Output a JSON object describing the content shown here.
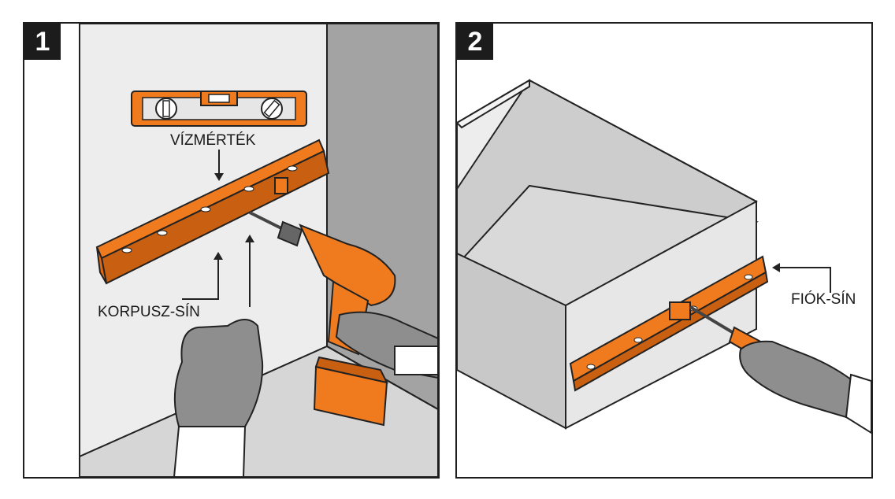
{
  "steps": [
    {
      "number": "1",
      "labels": {
        "level": "VÍZMÉRTÉK",
        "cabinet_rail": "KORPUSZ-SÍN"
      }
    },
    {
      "number": "2",
      "labels": {
        "drawer_rail": "FIÓK-SÍN"
      }
    }
  ],
  "colors": {
    "orange": "#F07A1E",
    "dark_orange": "#C95F10",
    "glove": "#8E8E8E",
    "wall": "#EDEDED",
    "side_wall": "#A3A3A3",
    "outline": "#222222"
  },
  "icons": [
    "spirit-level-icon",
    "drill-icon",
    "drawer-rail-icon",
    "screwdriver-icon",
    "glove-hand-icon"
  ]
}
